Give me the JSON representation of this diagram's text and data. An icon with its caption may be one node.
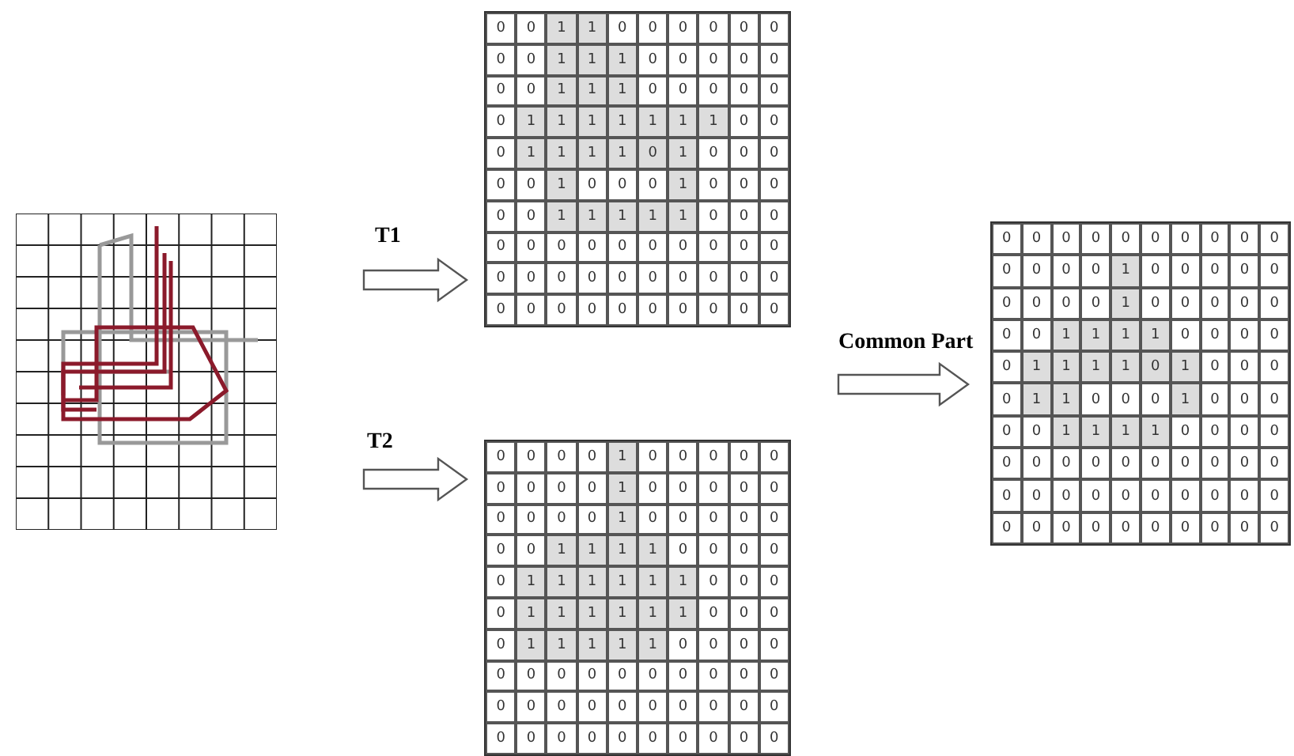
{
  "diagram": {
    "nodes": [
      {
        "text": [],
        "shape": "picture"
      },
      {
        "text": [
          "0",
          "0",
          "1",
          "1",
          "0",
          "0",
          "0",
          "0",
          "0",
          "0",
          "0",
          "0",
          "1",
          "1",
          "1",
          "0",
          "0",
          "0",
          "0",
          "0",
          "0",
          "0",
          "1",
          "1",
          "1",
          "0",
          "0",
          "0",
          "0",
          "0",
          "0",
          "1",
          "1",
          "1",
          "1",
          "1",
          "1",
          "1",
          "0",
          "0",
          "0",
          "1",
          "1",
          "1",
          "1",
          "0",
          "1",
          "0",
          "0",
          "0",
          "0",
          "0",
          "1",
          "0",
          "0",
          "0",
          "1",
          "0",
          "0",
          "0",
          "0",
          "0",
          "1",
          "1",
          "1",
          "1",
          "1",
          "0",
          "0",
          "0",
          "0",
          "0",
          "0",
          "0",
          "0",
          "0",
          "0",
          "0",
          "0",
          "0",
          "0",
          "0",
          "0",
          "0",
          "0",
          "0",
          "0",
          "0",
          "0",
          "0",
          "0",
          "0",
          "0",
          "0",
          "0",
          "0",
          "0",
          "0",
          "0",
          "0"
        ]
      },
      {
        "text": [
          "0",
          "0",
          "0",
          "0",
          "1",
          "0",
          "0",
          "0",
          "0",
          "0",
          "0",
          "0",
          "0",
          "0",
          "1",
          "0",
          "0",
          "0",
          "0",
          "0",
          "0",
          "0",
          "0",
          "0",
          "1",
          "0",
          "0",
          "0",
          "0",
          "0",
          "0",
          "0",
          "1",
          "1",
          "1",
          "1",
          "0",
          "0",
          "0",
          "0",
          "0",
          "1",
          "1",
          "1",
          "1",
          "1",
          "1",
          "0",
          "0",
          "0",
          "0",
          "1",
          "1",
          "1",
          "1",
          "1",
          "1",
          "0",
          "0",
          "0",
          "0",
          "1",
          "1",
          "1",
          "1",
          "1",
          "0",
          "0",
          "0",
          "0",
          "0",
          "0",
          "0",
          "0",
          "0",
          "0",
          "0",
          "0",
          "0",
          "0",
          "0",
          "0",
          "0",
          "0",
          "0",
          "0",
          "0",
          "0",
          "0",
          "0",
          "0",
          "0",
          "0",
          "0",
          "0",
          "0",
          "0",
          "0",
          "0",
          "0"
        ]
      },
      {
        "text": [
          "0",
          "0",
          "0",
          "0",
          "0",
          "0",
          "0",
          "0",
          "0",
          "0",
          "0",
          "0",
          "0",
          "0",
          "1",
          "0",
          "0",
          "0",
          "0",
          "0",
          "0",
          "0",
          "0",
          "0",
          "1",
          "0",
          "0",
          "0",
          "0",
          "0",
          "0",
          "0",
          "1",
          "1",
          "1",
          "1",
          "0",
          "0",
          "0",
          "0",
          "0",
          "1",
          "1",
          "1",
          "1",
          "0",
          "1",
          "0",
          "0",
          "0",
          "0",
          "1",
          "1",
          "0",
          "0",
          "0",
          "1",
          "0",
          "0",
          "0",
          "0",
          "0",
          "1",
          "1",
          "1",
          "1",
          "0",
          "0",
          "0",
          "0",
          "0",
          "0",
          "0",
          "0",
          "0",
          "0",
          "0",
          "0",
          "0",
          "0",
          "0",
          "0",
          "0",
          "0",
          "0",
          "0",
          "0",
          "0",
          "0",
          "0",
          "0",
          "0",
          "0",
          "0",
          "0",
          "0",
          "0",
          "0",
          "0",
          "0"
        ]
      }
    ],
    "edges": [
      {
        "from": 0,
        "to": 1,
        "arrow": "to",
        "label": "T1"
      },
      {
        "from": 0,
        "to": 2,
        "arrow": "to",
        "label": "T2"
      },
      {
        "from": null,
        "to": 3,
        "arrow": "to",
        "label": "Common Part"
      }
    ]
  }
}
